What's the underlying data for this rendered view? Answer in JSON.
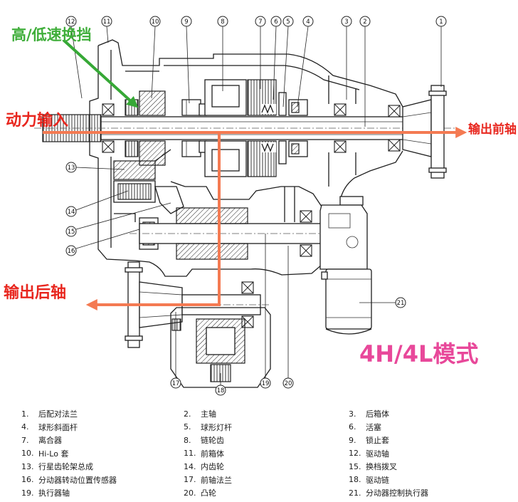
{
  "annotations": {
    "shift_label": "高/低速换挡",
    "input_label": "动力输入",
    "front_output_label": "输出前轴",
    "rear_output_label": "输出后轴",
    "mode_label": "4H/4L模式"
  },
  "callouts": [
    "1",
    "2",
    "3",
    "4",
    "5",
    "6",
    "7",
    "8",
    "9",
    "10",
    "11",
    "12",
    "13",
    "14",
    "15",
    "16",
    "17",
    "18",
    "19",
    "20",
    "21"
  ],
  "legend": [
    {
      "num": "1.",
      "label": "后配对法兰"
    },
    {
      "num": "2.",
      "label": "主轴"
    },
    {
      "num": "3.",
      "label": "后箱体"
    },
    {
      "num": "4.",
      "label": "球形斜面杆"
    },
    {
      "num": "5.",
      "label": "球形灯杆"
    },
    {
      "num": "6.",
      "label": "活塞"
    },
    {
      "num": "7.",
      "label": "离合器"
    },
    {
      "num": "8.",
      "label": "链轮齿"
    },
    {
      "num": "9.",
      "label": "锁止套"
    },
    {
      "num": "10.",
      "label": "Hi-Lo 套"
    },
    {
      "num": "11.",
      "label": "前箱体"
    },
    {
      "num": "12.",
      "label": "驱动轴"
    },
    {
      "num": "13.",
      "label": "行星齿轮架总成"
    },
    {
      "num": "14.",
      "label": "内齿轮"
    },
    {
      "num": "15.",
      "label": "换档拨叉"
    },
    {
      "num": "16.",
      "label": "分动器转动位置传感器"
    },
    {
      "num": "17.",
      "label": "前轴法兰"
    },
    {
      "num": "18.",
      "label": "驱动链"
    },
    {
      "num": "19.",
      "label": "执行器轴"
    },
    {
      "num": "20.",
      "label": "凸轮"
    },
    {
      "num": "21.",
      "label": "分动器控制执行器"
    }
  ],
  "colors": {
    "power_flow_arrow": "#f47a52",
    "shift_arrow": "#36a836",
    "flow_label": "#e8261e",
    "shift_label": "#3fae3a",
    "mode_label": "#e8489a",
    "line_art": "#1e1e1e"
  }
}
